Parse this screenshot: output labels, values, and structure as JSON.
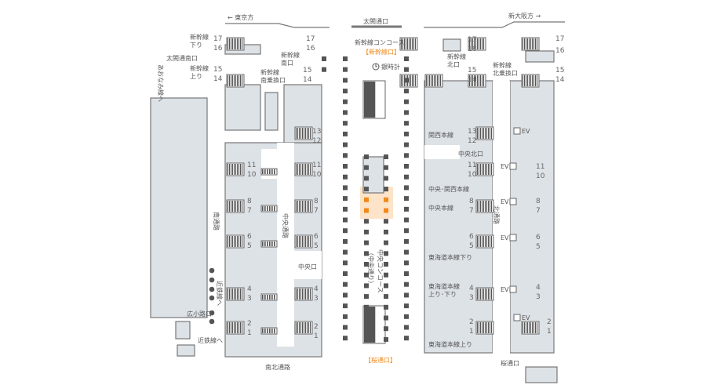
{
  "directions": {
    "tokyo": "← 東京方",
    "shin_osaka": "新大阪方 →",
    "taiko_exit": "太閤通口"
  },
  "concourse": {
    "shinkansen_concourse": "新幹線コンコース",
    "shinkansen_exit": "【新幹線口】",
    "clock": "銀時計",
    "central_concourse": "中央コンコース",
    "central_concourse_sub": "（中央通り）",
    "sakura_exit": "【桜通口】"
  },
  "left_labels": {
    "shinkansen_down": "新幹線\n下り",
    "shinkansen_up": "新幹線\n上り",
    "taiko_south_exit": "太閤通南口",
    "aonami": "あおなみ線へ",
    "shinkansen_south_exit": "新幹線\n南口",
    "shinkansen_south_transfer": "新幹線\n南乗換口",
    "south_passage": "南通路",
    "central_passage": "中央通路",
    "central_exit": "中央口",
    "kintetsu_1": "近鉄線へ",
    "hirokoji_exit": "広小路口",
    "kintetsu_2": "近鉄線へ",
    "north_south_passage": "南北通路"
  },
  "right_labels": {
    "shinkansen_north_exit": "新幹線\n北口",
    "shinkansen_north_transfer": "新幹線\n北乗換口",
    "kansai_line": "関西本線",
    "central_north_exit": "中央北口",
    "chuo_kansai_line": "中央･関西本線",
    "chuo_line": "中央本線",
    "tokaido_down": "東海道本線下り",
    "tokaido_updown": "東海道本線\n上り･下り",
    "tokaido_up": "東海道本線上り",
    "north_passage": "北通路",
    "sakura_exit": "桜通口",
    "ev": "EV"
  },
  "tracks": {
    "t17": "17",
    "t16": "16",
    "t15": "15",
    "t14": "14",
    "t13": "13",
    "t12": "12",
    "t11": "11",
    "t10": "10",
    "t8": "8",
    "t7": "7",
    "t6": "6",
    "t5": "5",
    "t4": "4",
    "t3": "3",
    "t2": "2",
    "t1": "1"
  },
  "colors": {
    "block": "#dde2e7",
    "line": "#777777",
    "accent": "#f08a1c",
    "highlight": "#fde3c8"
  }
}
